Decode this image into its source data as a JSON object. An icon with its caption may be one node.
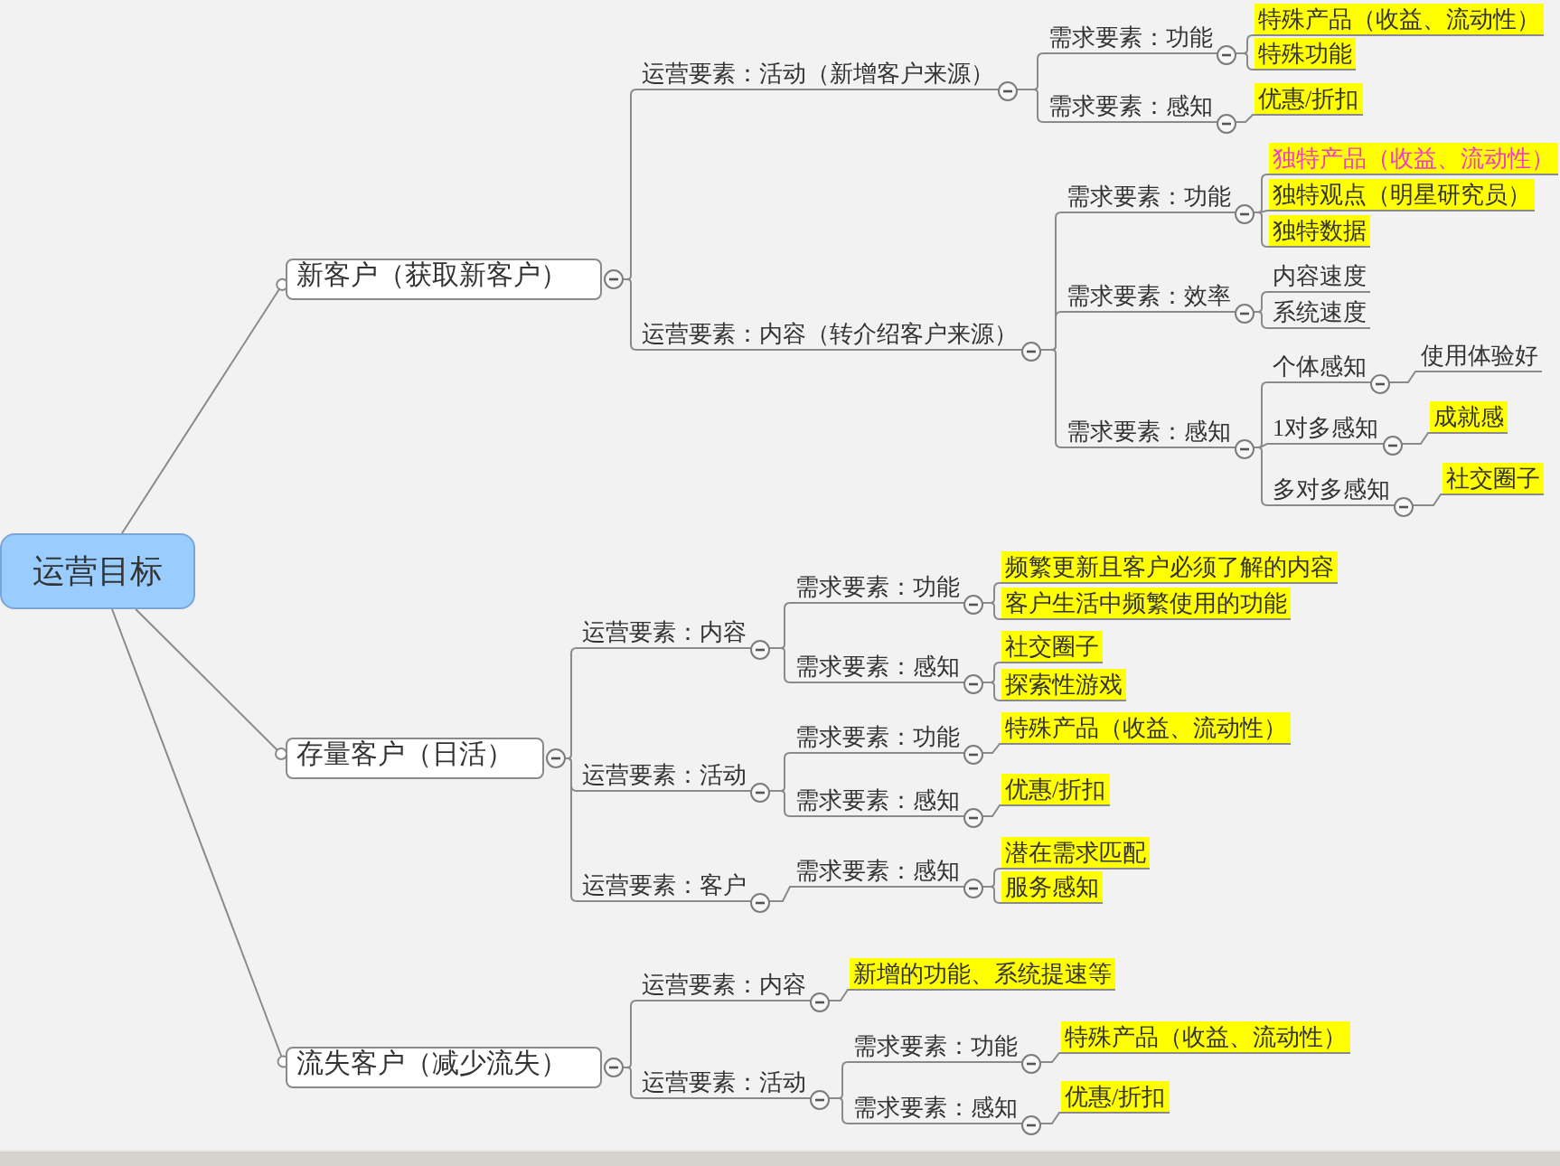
{
  "diagram": {
    "nodes": [
      {
        "text": [
          "运营目标"
        ]
      },
      {
        "text": [
          "新客户（获取新客户）"
        ]
      },
      {
        "text": [
          "运营要素：活动（新增客户来源）"
        ]
      },
      {
        "text": [
          "需求要素：功能"
        ]
      },
      {
        "text": [
          "特殊产品（收益、流动性）"
        ]
      },
      {
        "text": [
          "特殊功能"
        ]
      },
      {
        "text": [
          "需求要素：感知"
        ]
      },
      {
        "text": [
          "优惠/折扣"
        ]
      },
      {
        "text": [
          "运营要素：内容（转介绍客户来源）"
        ]
      },
      {
        "text": [
          "需求要素：功能"
        ]
      },
      {
        "text": [
          "独特产品（收益、流动性）"
        ]
      },
      {
        "text": [
          "独特观点（明星研究员）"
        ]
      },
      {
        "text": [
          "独特数据"
        ]
      },
      {
        "text": [
          "需求要素：效率"
        ]
      },
      {
        "text": [
          "内容速度"
        ]
      },
      {
        "text": [
          "系统速度"
        ]
      },
      {
        "text": [
          "需求要素：感知"
        ]
      },
      {
        "text": [
          "个体感知"
        ]
      },
      {
        "text": [
          "使用体验好"
        ]
      },
      {
        "text": [
          "1对多感知"
        ]
      },
      {
        "text": [
          "成就感"
        ]
      },
      {
        "text": [
          "多对多感知"
        ]
      },
      {
        "text": [
          "社交圈子"
        ]
      },
      {
        "text": [
          "存量客户（日活）"
        ]
      },
      {
        "text": [
          "运营要素：内容"
        ]
      },
      {
        "text": [
          "需求要素：功能"
        ]
      },
      {
        "text": [
          "频繁更新且客户必须了解的内容"
        ]
      },
      {
        "text": [
          "客户生活中频繁使用的功能"
        ]
      },
      {
        "text": [
          "需求要素：感知"
        ]
      },
      {
        "text": [
          "社交圈子"
        ]
      },
      {
        "text": [
          "探索性游戏"
        ]
      },
      {
        "text": [
          "运营要素：活动"
        ]
      },
      {
        "text": [
          "需求要素：功能"
        ]
      },
      {
        "text": [
          "特殊产品（收益、流动性）"
        ]
      },
      {
        "text": [
          "需求要素：感知"
        ]
      },
      {
        "text": [
          "优惠/折扣"
        ]
      },
      {
        "text": [
          "运营要素：客户"
        ]
      },
      {
        "text": [
          "需求要素：感知"
        ]
      },
      {
        "text": [
          "潜在需求匹配"
        ]
      },
      {
        "text": [
          "服务感知"
        ]
      },
      {
        "text": [
          "流失客户（减少流失）"
        ]
      },
      {
        "text": [
          "运营要素：内容"
        ]
      },
      {
        "text": [
          "新增的功能、系统提速等"
        ]
      },
      {
        "text": [
          "运营要素：活动"
        ]
      },
      {
        "text": [
          "需求要素：功能"
        ]
      },
      {
        "text": [
          "特殊产品（收益、流动性）"
        ]
      },
      {
        "text": [
          "需求要素：感知"
        ]
      },
      {
        "text": [
          "优惠/折扣"
        ]
      }
    ],
    "edges": [
      {
        "from": 0,
        "to": 1,
        "arrow": "other"
      },
      {
        "from": 1,
        "to": 2,
        "arrow": "none"
      },
      {
        "from": 2,
        "to": 3,
        "arrow": "none"
      },
      {
        "from": 3,
        "to": 4,
        "arrow": "none"
      },
      {
        "from": 3,
        "to": 5,
        "arrow": "none"
      },
      {
        "from": 2,
        "to": 6,
        "arrow": "none"
      },
      {
        "from": 6,
        "to": 7,
        "arrow": "none"
      },
      {
        "from": 1,
        "to": 8,
        "arrow": "none"
      },
      {
        "from": 8,
        "to": 9,
        "arrow": "none"
      },
      {
        "from": 9,
        "to": 10,
        "arrow": "none"
      },
      {
        "from": 9,
        "to": 11,
        "arrow": "none"
      },
      {
        "from": 9,
        "to": 12,
        "arrow": "none"
      },
      {
        "from": 8,
        "to": 13,
        "arrow": "none"
      },
      {
        "from": 13,
        "to": 14,
        "arrow": "none"
      },
      {
        "from": 13,
        "to": 15,
        "arrow": "none"
      },
      {
        "from": 8,
        "to": 16,
        "arrow": "none"
      },
      {
        "from": 16,
        "to": 17,
        "arrow": "none"
      },
      {
        "from": 17,
        "to": 18,
        "arrow": "none"
      },
      {
        "from": 16,
        "to": 19,
        "arrow": "none"
      },
      {
        "from": 19,
        "to": 20,
        "arrow": "none"
      },
      {
        "from": 16,
        "to": 21,
        "arrow": "none"
      },
      {
        "from": 21,
        "to": 22,
        "arrow": "none"
      },
      {
        "from": 0,
        "to": 23,
        "arrow": "other"
      },
      {
        "from": 23,
        "to": 24,
        "arrow": "none"
      },
      {
        "from": 24,
        "to": 25,
        "arrow": "none"
      },
      {
        "from": 25,
        "to": 26,
        "arrow": "none"
      },
      {
        "from": 25,
        "to": 27,
        "arrow": "none"
      },
      {
        "from": 24,
        "to": 28,
        "arrow": "none"
      },
      {
        "from": 28,
        "to": 29,
        "arrow": "none"
      },
      {
        "from": 28,
        "to": 30,
        "arrow": "none"
      },
      {
        "from": 23,
        "to": 31,
        "arrow": "none"
      },
      {
        "from": 31,
        "to": 32,
        "arrow": "none"
      },
      {
        "from": 32,
        "to": 33,
        "arrow": "none"
      },
      {
        "from": 31,
        "to": 34,
        "arrow": "none"
      },
      {
        "from": 34,
        "to": 35,
        "arrow": "none"
      },
      {
        "from": 23,
        "to": 36,
        "arrow": "none"
      },
      {
        "from": 36,
        "to": 37,
        "arrow": "none"
      },
      {
        "from": 37,
        "to": 38,
        "arrow": "none"
      },
      {
        "from": 37,
        "to": 39,
        "arrow": "none"
      },
      {
        "from": 0,
        "to": 40,
        "arrow": "other"
      },
      {
        "from": 40,
        "to": 41,
        "arrow": "none"
      },
      {
        "from": 41,
        "to": 42,
        "arrow": "none"
      },
      {
        "from": 40,
        "to": 43,
        "arrow": "none"
      },
      {
        "from": 43,
        "to": 44,
        "arrow": "none"
      },
      {
        "from": 44,
        "to": 45,
        "arrow": "none"
      },
      {
        "from": 43,
        "to": 46,
        "arrow": "none"
      },
      {
        "from": 46,
        "to": 47,
        "arrow": "none"
      }
    ]
  }
}
